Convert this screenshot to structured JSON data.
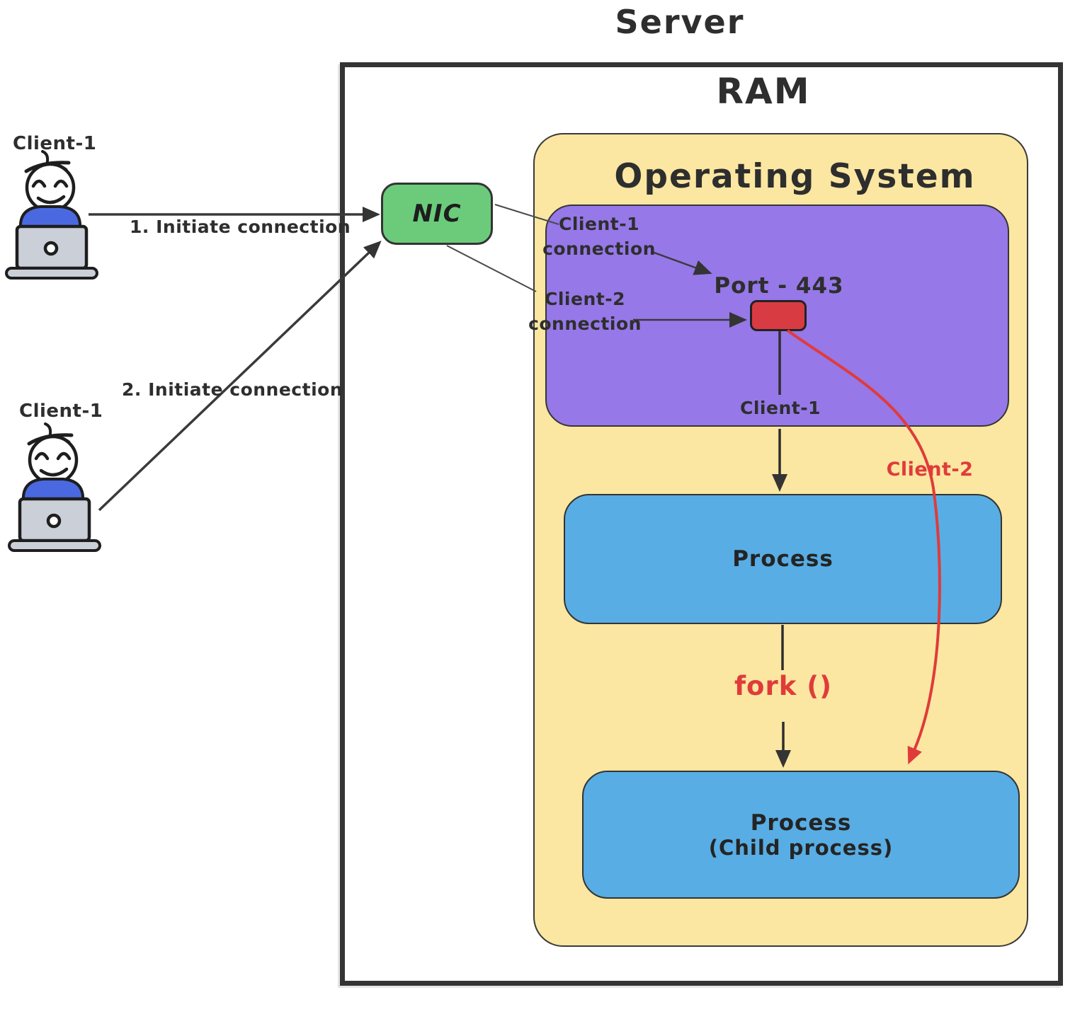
{
  "diagram": {
    "server_title": "Server",
    "ram_title": "RAM",
    "os_title": "Operating System",
    "nic_label": "NIC",
    "port_label": "Port - 443",
    "conn1_line1": "Client-1",
    "conn1_line2": "connection",
    "conn2_line1": "Client-2",
    "conn2_line2": "connection",
    "port_client1_label": "Client-1",
    "fork_label": "fork ()",
    "red_client2_label": "Client-2",
    "process_label": "Process",
    "child_process_line1": "Process",
    "child_process_line2": "(Child process)"
  },
  "clients": [
    {
      "name": "Client-1",
      "action": "1. Initiate connection"
    },
    {
      "name": "Client-1",
      "action": "2. Initiate connection"
    }
  ],
  "colors": {
    "ram_fill": "#FBE7A1",
    "kernel_fill": "#9678E8",
    "nic_fill": "#6BCB7B",
    "port_fill": "#D93B42",
    "process_fill": "#58ADE4",
    "accent_red": "#E03B3B",
    "ink": "#2E2E2E"
  }
}
